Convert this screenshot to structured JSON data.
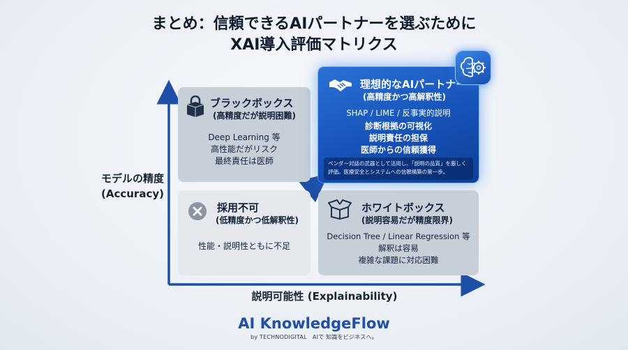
{
  "title": {
    "line1": "まとめ：信頼できるAIパートナーを選ぶために",
    "line2": "XAI導入評価マトリクス"
  },
  "axes": {
    "y_label_line1": "モデルの精度",
    "y_label_line2": "(Accuracy)",
    "x_label": "説明可能性 (Explainability)"
  },
  "quadrants": {
    "black_box": {
      "icon": "lock-box-icon",
      "title": "ブラックボックス",
      "subtitle": "(高精度だが説明困難)",
      "lines": [
        "Deep Learning 等",
        "高性能だがリスク",
        "最終責任は医師"
      ]
    },
    "ideal": {
      "icon": "handshake-icon",
      "badge_icon": "brain-gear-icon",
      "title": "理想的なAIパートナー",
      "subtitle": "(高精度かつ高解釈性)",
      "method": "SHAP / LIME / 反事実的説明",
      "points": [
        "診断根拠の可視化",
        "説明責任の担保",
        "医師からの信頼獲得"
      ],
      "note": "ベンダー対話の武器として活用し、「説明の品質」を厳しく評価。医療安全とシステムへの信頼構築の第一歩。"
    },
    "unacceptable": {
      "icon": "x-circle-icon",
      "title": "採用不可",
      "subtitle": "(低精度かつ低解釈性)",
      "lines": [
        "性能・説明性ともに不足"
      ]
    },
    "white_box": {
      "icon": "open-box-icon",
      "title": "ホワイトボックス",
      "subtitle": "(説明容易だが精度限界)",
      "lines": [
        "Decision Tree / Linear Regression 等",
        "解釈は容易",
        "複雑な課題に対応困難"
      ]
    }
  },
  "footer": {
    "logo": "AI KnowledgeFlow",
    "tagline": "by TECHNODIGITAL　AIで 知識をビジネスへ。"
  },
  "colors": {
    "accent_blue": "#1652b8",
    "axis_blue": "#1d4fa6",
    "gray_quad": "#c7cfd9",
    "light_quad": "#e5e9ee"
  }
}
